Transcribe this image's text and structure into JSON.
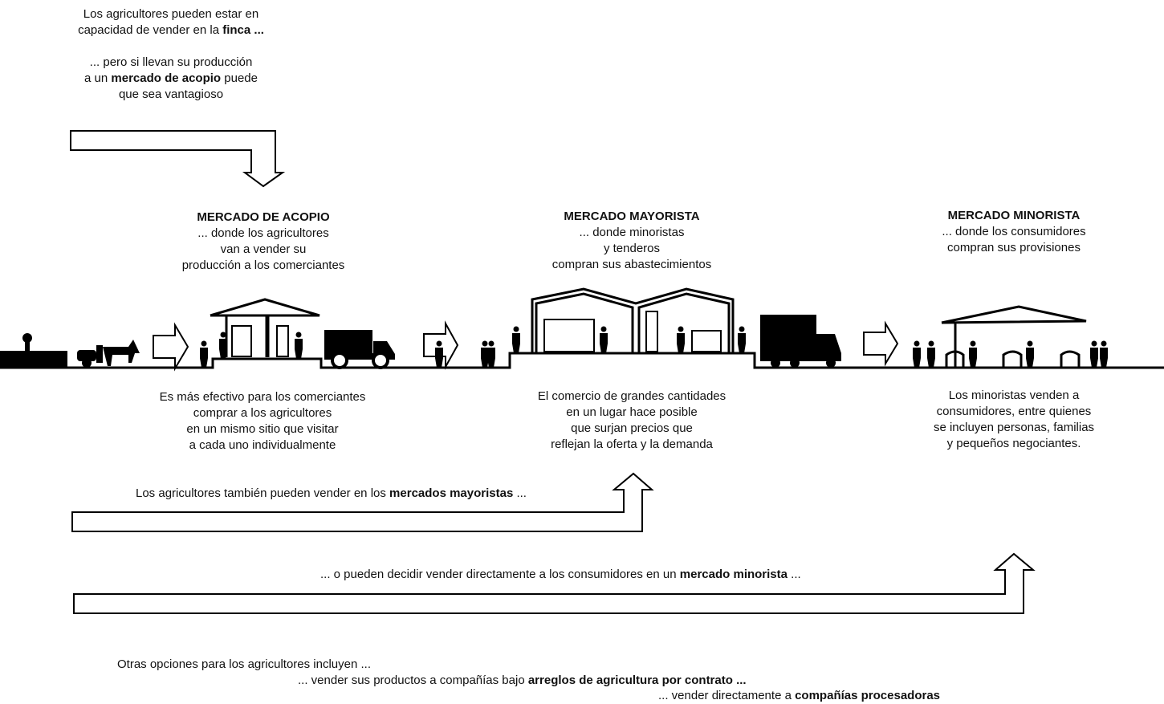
{
  "intro": {
    "lines1": [
      [
        {
          "t": "Los agricultores pueden estar en"
        }
      ],
      [
        {
          "t": "capacidad de vender en la "
        },
        {
          "t": "finca ...",
          "b": true
        }
      ]
    ],
    "lines2": [
      [
        {
          "t": "... pero si llevan su producción"
        }
      ],
      [
        {
          "t": "a un "
        },
        {
          "t": "mercado de acopio",
          "b": true
        },
        {
          "t": " puede"
        }
      ],
      [
        {
          "t": "que sea vantagioso"
        }
      ]
    ]
  },
  "acopio": {
    "title": "MERCADO DE ACOPIO",
    "lines": [
      [
        {
          "t": "... donde los agricultores"
        }
      ],
      [
        {
          "t": "van a vender su"
        }
      ],
      [
        {
          "t": "producción a los comerciantes"
        }
      ]
    ],
    "note": [
      [
        {
          "t": "Es más efectivo para los comerciantes"
        }
      ],
      [
        {
          "t": "comprar a los agricultores"
        }
      ],
      [
        {
          "t": "en un mismo sitio que visitar"
        }
      ],
      [
        {
          "t": "a cada uno individualmente"
        }
      ]
    ]
  },
  "mayorista": {
    "title": "MERCADO MAYORISTA",
    "lines": [
      [
        {
          "t": "... donde minoristas"
        }
      ],
      [
        {
          "t": "y tenderos"
        }
      ],
      [
        {
          "t": "compran sus abastecimientos"
        }
      ]
    ],
    "note": [
      [
        {
          "t": "El comercio de grandes cantidades"
        }
      ],
      [
        {
          "t": "en un lugar hace posible"
        }
      ],
      [
        {
          "t": "que surjan precios que"
        }
      ],
      [
        {
          "t": "reflejan la oferta y la demanda"
        }
      ]
    ]
  },
  "minorista": {
    "title": "MERCADO MINORISTA",
    "lines": [
      [
        {
          "t": "... donde los consumidores"
        }
      ],
      [
        {
          "t": "compran sus provisiones"
        }
      ]
    ],
    "note": [
      [
        {
          "t": "Los minoristas venden a"
        }
      ],
      [
        {
          "t": "consumidores, entre quienes"
        }
      ],
      [
        {
          "t": "se incluyen personas, familias"
        }
      ],
      [
        {
          "t": "y pequeños negociantes."
        }
      ]
    ]
  },
  "route_wholesale": [
    [
      {
        "t": "Los agricultores también pueden vender en los "
      },
      {
        "t": "mercados mayoristas",
        "b": true
      },
      {
        "t": " ..."
      }
    ]
  ],
  "route_retail": [
    [
      {
        "t": "... o pueden decidir vender directamente a los consumidores en un "
      },
      {
        "t": "mercado minorista",
        "b": true
      },
      {
        "t": " ..."
      }
    ]
  ],
  "other": {
    "l1": [
      [
        {
          "t": "Otras opciones para los agricultores incluyen ..."
        }
      ]
    ],
    "l2": [
      [
        {
          "t": "... vender sus productos a compañías bajo "
        },
        {
          "t": "arreglos de agricultura por contrato ...",
          "b": true
        }
      ]
    ],
    "l3": [
      [
        {
          "t": "... vender directamente a "
        },
        {
          "t": "compañías procesadoras",
          "b": true
        }
      ]
    ]
  }
}
